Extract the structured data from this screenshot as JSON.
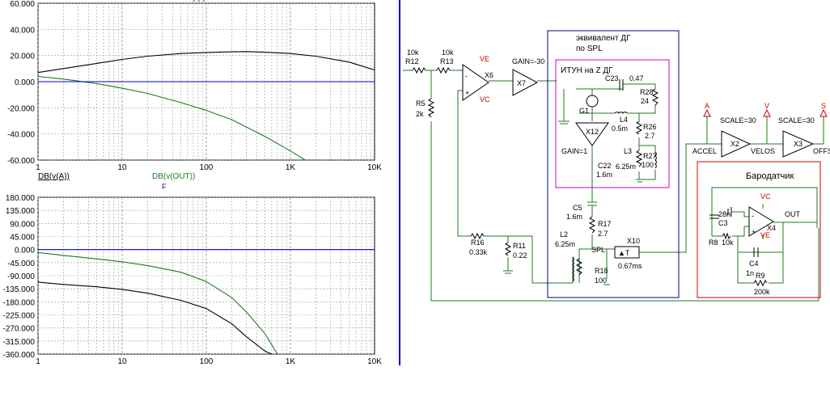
{
  "top_plot": {
    "title_partial": "- - -",
    "y_ticks": [
      "60.000",
      "40.000",
      "20.000",
      "0.000",
      "-20.000",
      "-40.000",
      "-60.000"
    ],
    "x_ticks": [
      "1",
      "10",
      "100",
      "1K",
      "10K"
    ],
    "legend": [
      {
        "label": "DB(v(A))",
        "color": "#000000"
      },
      {
        "label": "DB(v(OUT))",
        "color": "#1f7a1f"
      }
    ],
    "x_caption": "F"
  },
  "bottom_plot": {
    "y_ticks": [
      "180.000",
      "135.000",
      "90.000",
      "45.000",
      "0.000",
      "-45.000",
      "-90.000",
      "-135.000",
      "-180.000",
      "-225.000",
      "-270.000",
      "-315.000",
      "-360.000"
    ],
    "x_ticks": [
      "1",
      "10",
      "100",
      "1K",
      "10K"
    ]
  },
  "chart_data": [
    {
      "type": "line",
      "title": "",
      "xlabel": "F",
      "ylabel": "",
      "x_scale": "log",
      "xlim": [
        1,
        10000
      ],
      "ylim": [
        -60,
        60
      ],
      "grid": true,
      "series": [
        {
          "name": "DB(v(A))",
          "color": "#000000",
          "x": [
            1,
            2,
            5,
            10,
            20,
            50,
            100,
            200,
            300,
            500,
            1000,
            2000,
            5000,
            10000
          ],
          "values": [
            7,
            10,
            14,
            17,
            19.5,
            21.5,
            22.3,
            22.8,
            23,
            22.5,
            21.5,
            19.5,
            15,
            9
          ]
        },
        {
          "name": "DB(v(OUT))",
          "color": "#1f7a1f",
          "x": [
            1,
            2,
            3,
            5,
            10,
            20,
            50,
            100,
            200,
            500,
            1000,
            1500
          ],
          "values": [
            4,
            2,
            0.5,
            -1.5,
            -5,
            -9,
            -16,
            -22,
            -29,
            -42,
            -53,
            -60
          ]
        },
        {
          "name": "",
          "color": "#0000cc",
          "x": [
            1,
            10000
          ],
          "values": [
            0,
            0
          ]
        }
      ]
    },
    {
      "type": "line",
      "title": "",
      "xlabel": "",
      "ylabel": "",
      "x_scale": "log",
      "xlim": [
        1,
        10000
      ],
      "ylim": [
        -360,
        180
      ],
      "grid": true,
      "series": [
        {
          "name": "",
          "color": "#1f7a1f",
          "x": [
            1,
            2,
            5,
            10,
            20,
            50,
            100,
            200,
            300,
            500,
            700
          ],
          "values": [
            -10,
            -20,
            -32,
            -42,
            -55,
            -78,
            -110,
            -165,
            -215,
            -290,
            -360
          ]
        },
        {
          "name": "",
          "color": "#000000",
          "x": [
            1,
            2,
            5,
            10,
            20,
            50,
            100,
            200,
            300,
            500,
            600
          ],
          "values": [
            -112,
            -120,
            -128,
            -137,
            -150,
            -175,
            -203,
            -255,
            -300,
            -350,
            -360
          ]
        },
        {
          "name": "",
          "color": "#0000cc",
          "x": [
            1,
            10000
          ],
          "values": [
            0,
            0
          ]
        }
      ]
    }
  ],
  "schematic": {
    "labels": {
      "r12_val": "10k",
      "r12": "R12",
      "r13_val": "10k",
      "r13": "R13",
      "r5": "R5",
      "r5_val": "2k",
      "ve": "VE",
      "vc": "VC",
      "x6": "X6",
      "gain30": "GAIN=-30",
      "x7": "X7",
      "equiv1": "эквивалент ДГ",
      "equiv2": "по SPL",
      "itun": "ИТУН на Z ДГ",
      "c23": "C23",
      "c23_val": "0.47",
      "r28": "R28",
      "r28_val": "24",
      "g1": "G1",
      "l4": "L4",
      "l4_val": "0.5m",
      "r26": "R26",
      "r26_val": "2.7",
      "x12": "X12",
      "gain1": "GAIN=1",
      "l3": "L3",
      "l3_val": "6.25m",
      "r27": "R27",
      "r27_val": "100",
      "c22": "C22",
      "c22_val": "1.6m",
      "c5": "C5",
      "c5_val": "1.6m",
      "r17": "R17",
      "r17_val": "2.7",
      "l2": "L2",
      "l2_val": "6.25m",
      "spl": "SPL",
      "r18": "R18",
      "r18_val": "100",
      "r16": "R16",
      "r16_val": "0.33k",
      "r11": "R11",
      "r11_val": "0.22",
      "x10": "X10",
      "x10_val": "0.67ms",
      "a": "A",
      "v": "V",
      "s": "S",
      "scale1": "SCALE=30",
      "scale2": "SCALE=30",
      "x2": "X2",
      "x3": "X3",
      "accel": "ACCEL",
      "velos": "VELOS",
      "offs": "OFFS",
      "baro": "Бародатчик",
      "c3_val": "28n",
      "c3": "C3",
      "vc2": "VC",
      "ve2": "VE",
      "x4": "X4",
      "out": "OUT",
      "r8": "R8",
      "r8_val": "10k",
      "c4": "C4",
      "c4_val": "1n",
      "r9": "R9",
      "r9_val": "200k"
    }
  }
}
